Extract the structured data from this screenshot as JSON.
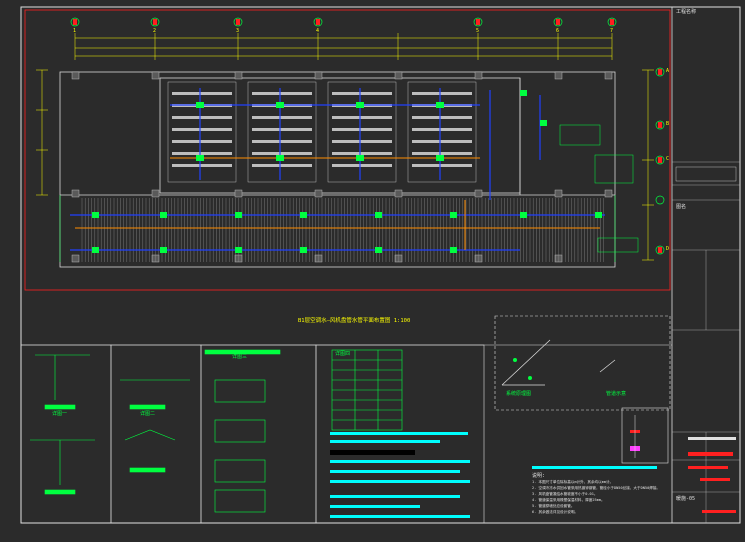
{
  "drawing": {
    "main_title": "B1层空调水—风机盘管水管平面布置图  1:100",
    "scale_note": "1:100"
  },
  "colors": {
    "background": "#2b2b2b",
    "border": "#ff2020",
    "frame": "#e0e0e0",
    "walls": "#d8d8d8",
    "pipe_supply": "#2040ff",
    "pipe_return": "#ff8c00",
    "equipment": "#00ff40",
    "axis_bubble": "#ff2020",
    "dimension": "#ffff00",
    "notes_highlight": "#00ffff",
    "title_block_accent": "#ff2020"
  },
  "grid_axes": {
    "top": [
      "1",
      "2",
      "3",
      "4",
      "5",
      "6",
      "7"
    ],
    "right": [
      "A",
      "B",
      "C",
      "D"
    ]
  },
  "detail_panels": [
    {
      "id": "detail-1",
      "label": "详图一"
    },
    {
      "id": "detail-2",
      "label": "详图二"
    },
    {
      "id": "detail-3",
      "label": "详图三"
    },
    {
      "id": "detail-4",
      "label": "详图四"
    }
  ],
  "system_sketch": {
    "left_label": "系统原理图",
    "right_label": "管道示意"
  },
  "notes": {
    "header": "说明:",
    "lines": [
      "1. 本图尺寸单位除标高以m计外，其余均以mm计。",
      "2. 空调冷冻水供回水管采用热镀锌钢管，管径小于DN50丝接，大于DN50焊接。",
      "3. 风机盘管凝结水管坡度不小于0.01。",
      "4. 管道保温采用橡塑保温材料，厚度25mm。",
      "5. 管道穿墙处应设套管。",
      "6. 其余做法详见设计说明。"
    ]
  },
  "title_block": {
    "project_label": "工程名称",
    "drawing_label": "图名",
    "sheet_no": "暖施-05"
  }
}
